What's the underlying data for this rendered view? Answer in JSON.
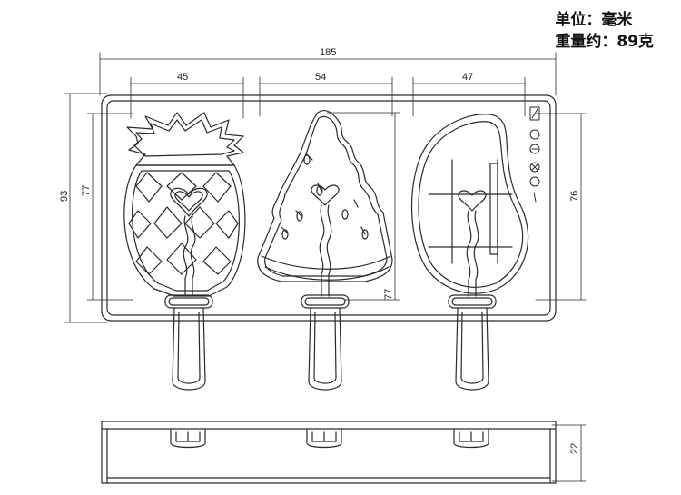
{
  "info": {
    "unit_line": "单位：毫米",
    "weight_line": "重量约：89克"
  },
  "dimensions": {
    "overall_width": "185",
    "pineapple_width": "45",
    "watermelon_width": "54",
    "mango_width": "47",
    "overall_height": "93",
    "pineapple_height": "77",
    "watermelon_height": "77",
    "mango_height": "76",
    "tray_depth": "22"
  },
  "colors": {
    "line": "#2a2a2a",
    "background": "#ffffff"
  }
}
